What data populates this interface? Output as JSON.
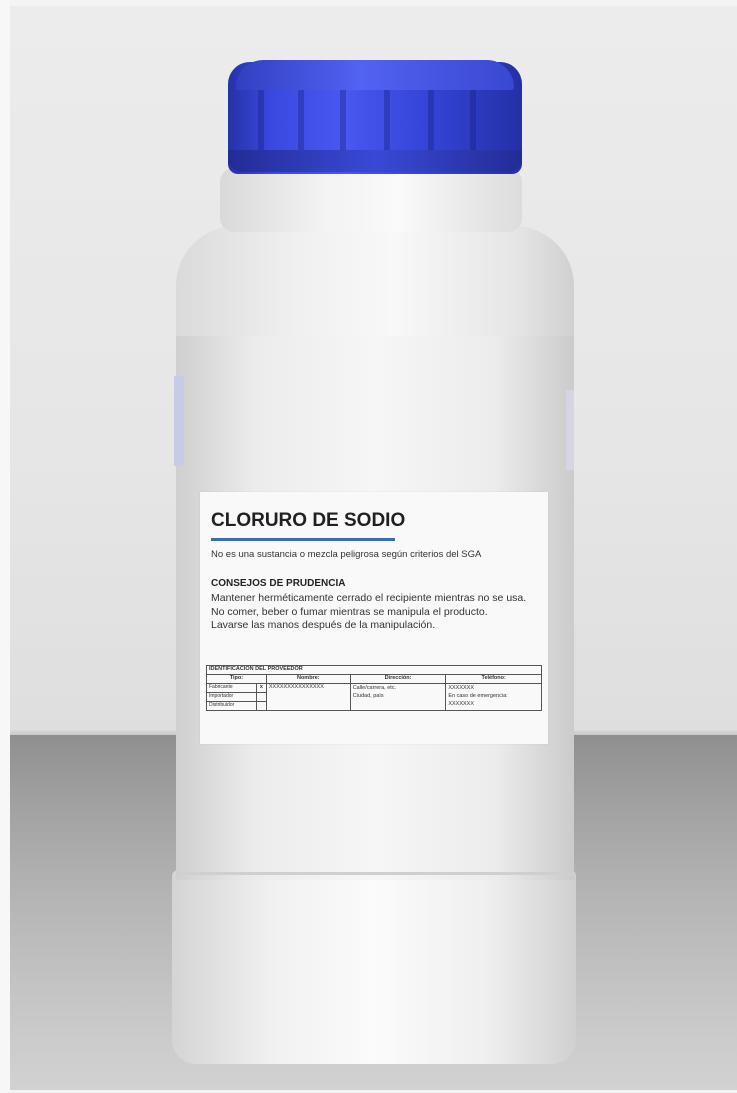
{
  "label": {
    "title": "CLORURO DE SODIO",
    "hazard_statement": "No es una sustancia o mezcla peligrosa según criterios del SGA",
    "precautionary_heading": "CONSEJOS DE PRUDENCIA",
    "precautionary_lines": [
      "Mantener herméticamente cerrado el recipiente mientras no se usa.",
      "No comer, beber o fumar mientras se manipula el producto.",
      "Lavarse las manos después de la manipulación."
    ],
    "accent_color": "#3a6cb6"
  },
  "supplier_table": {
    "section_title": "IDENTIFICACIÓN DEL PROVEEDOR",
    "headers": {
      "type": "Tipo:",
      "name": "Nombre:",
      "address": "Dirección:",
      "phone": "Teléfono:"
    },
    "types": [
      "Fabricante",
      "Importador",
      "Distribuidor"
    ],
    "marker": "x",
    "name_value": "XXXXXXXXXXXXXXX",
    "address_lines": [
      "Calle/carrera, etc.",
      "Ciudad, país"
    ],
    "phone_lines": [
      "XXXXXXX",
      "En caso de emergencia:",
      "XXXXXXX"
    ]
  },
  "colors": {
    "cap": "#3a49e0",
    "bottle": "#f4f4f4",
    "surface": "#a8a8a8"
  }
}
